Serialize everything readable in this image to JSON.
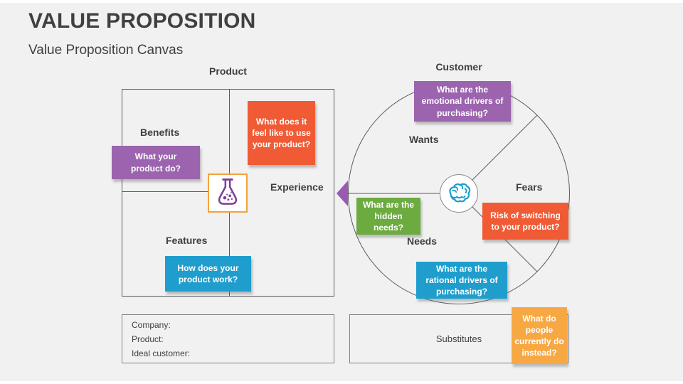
{
  "slide": {
    "title": "VALUE PROPOSITION",
    "subtitle": "Value Proposition Canvas"
  },
  "product_section": {
    "heading": "Product",
    "labels": {
      "benefits": "Benefits",
      "features": "Features",
      "experience": "Experience"
    },
    "notes": {
      "benefits": "What your product do?",
      "experience": "What does it feel like to use your product?",
      "features": "How does your product work?"
    },
    "icon": "flask-icon"
  },
  "customer_section": {
    "heading": "Customer",
    "labels": {
      "wants": "Wants",
      "fears": "Fears",
      "needs": "Needs"
    },
    "notes": {
      "emotional": "What are the emotional drivers of purchasing?",
      "hidden": "What are the hidden needs?",
      "risk": "Risk of switching to your product?",
      "rational": "What are the rational drivers of purchasing?"
    },
    "icon": "brain-icon"
  },
  "company_box": {
    "fields": [
      "Company:",
      "Product:",
      "Ideal customer:"
    ]
  },
  "substitutes_box": {
    "label": "Substitutes",
    "note": "What do people currently do instead?"
  },
  "colors": {
    "note_purple": "#9c64ae",
    "note_red": "#f05b35",
    "note_blue": "#1f9ecd",
    "note_green": "#6cab3f",
    "note_orange": "#f7a843",
    "arrow_purple": "#9b59b6",
    "flask_purple": "#7d3f98",
    "flask_border_orange": "#f2a33c",
    "brain_blue": "#1d9bd1",
    "text_dark": "#404040",
    "line_gray": "#5a5a5a"
  }
}
